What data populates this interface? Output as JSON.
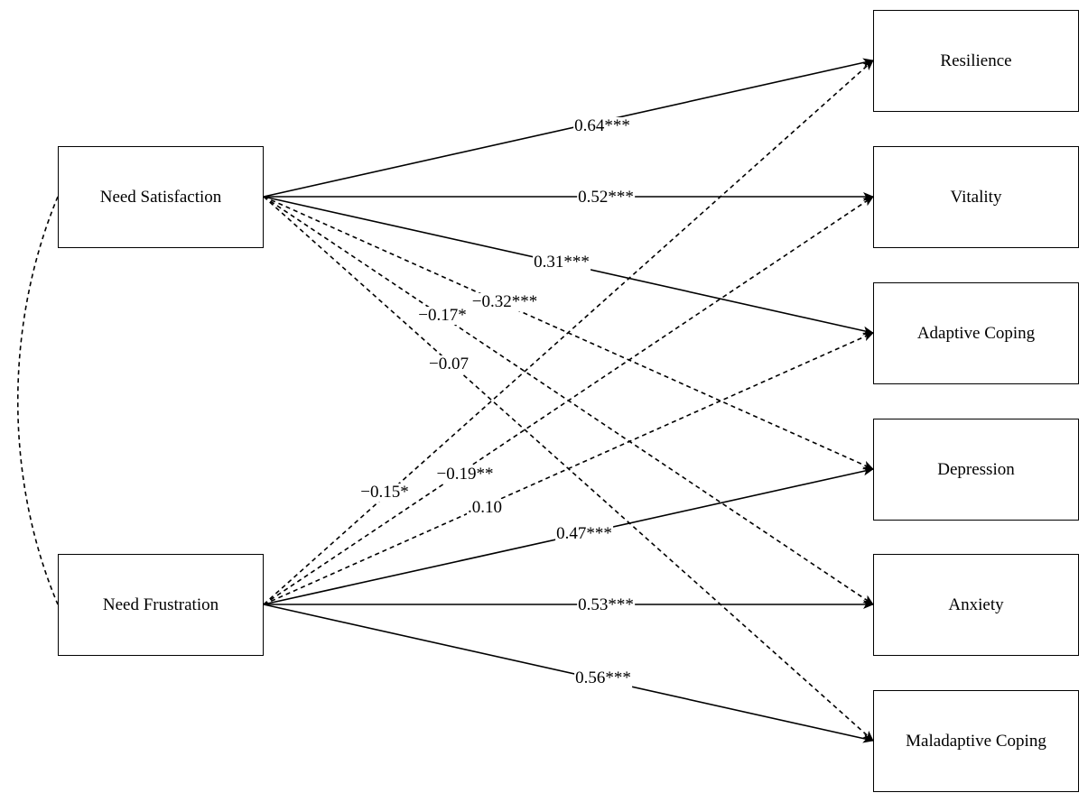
{
  "colors": {
    "stroke": "#000000",
    "background": "#ffffff"
  },
  "predictors": {
    "need_satisfaction": "Need Satisfaction",
    "need_frustration": "Need Frustration"
  },
  "outcomes": {
    "resilience": "Resilience",
    "vitality": "Vitality",
    "adaptive_coping": "Adaptive Coping",
    "depression": "Depression",
    "anxiety": "Anxiety",
    "maladaptive_coping": "Maladaptive Coping"
  },
  "paths": {
    "sat_resilience": {
      "coef": "0.64***",
      "style": "solid"
    },
    "sat_vitality": {
      "coef": "0.52***",
      "style": "solid"
    },
    "sat_adaptive": {
      "coef": "0.31***",
      "style": "solid"
    },
    "sat_depression": {
      "coef": "−0.32***",
      "style": "dashed"
    },
    "sat_anxiety": {
      "coef": "−0.17*",
      "style": "dashed"
    },
    "sat_maladaptive": {
      "coef": "−0.07",
      "style": "dashed"
    },
    "fru_resilience": {
      "coef": "−0.15*",
      "style": "dashed"
    },
    "fru_vitality": {
      "coef": "−0.19**",
      "style": "dashed"
    },
    "fru_adaptive": {
      "coef": ".0.10",
      "style": "dashed"
    },
    "fru_depression": {
      "coef": "0.47***",
      "style": "solid"
    },
    "fru_anxiety": {
      "coef": "0.53***",
      "style": "solid"
    },
    "fru_maladaptive": {
      "coef": "0.56***",
      "style": "solid"
    }
  }
}
